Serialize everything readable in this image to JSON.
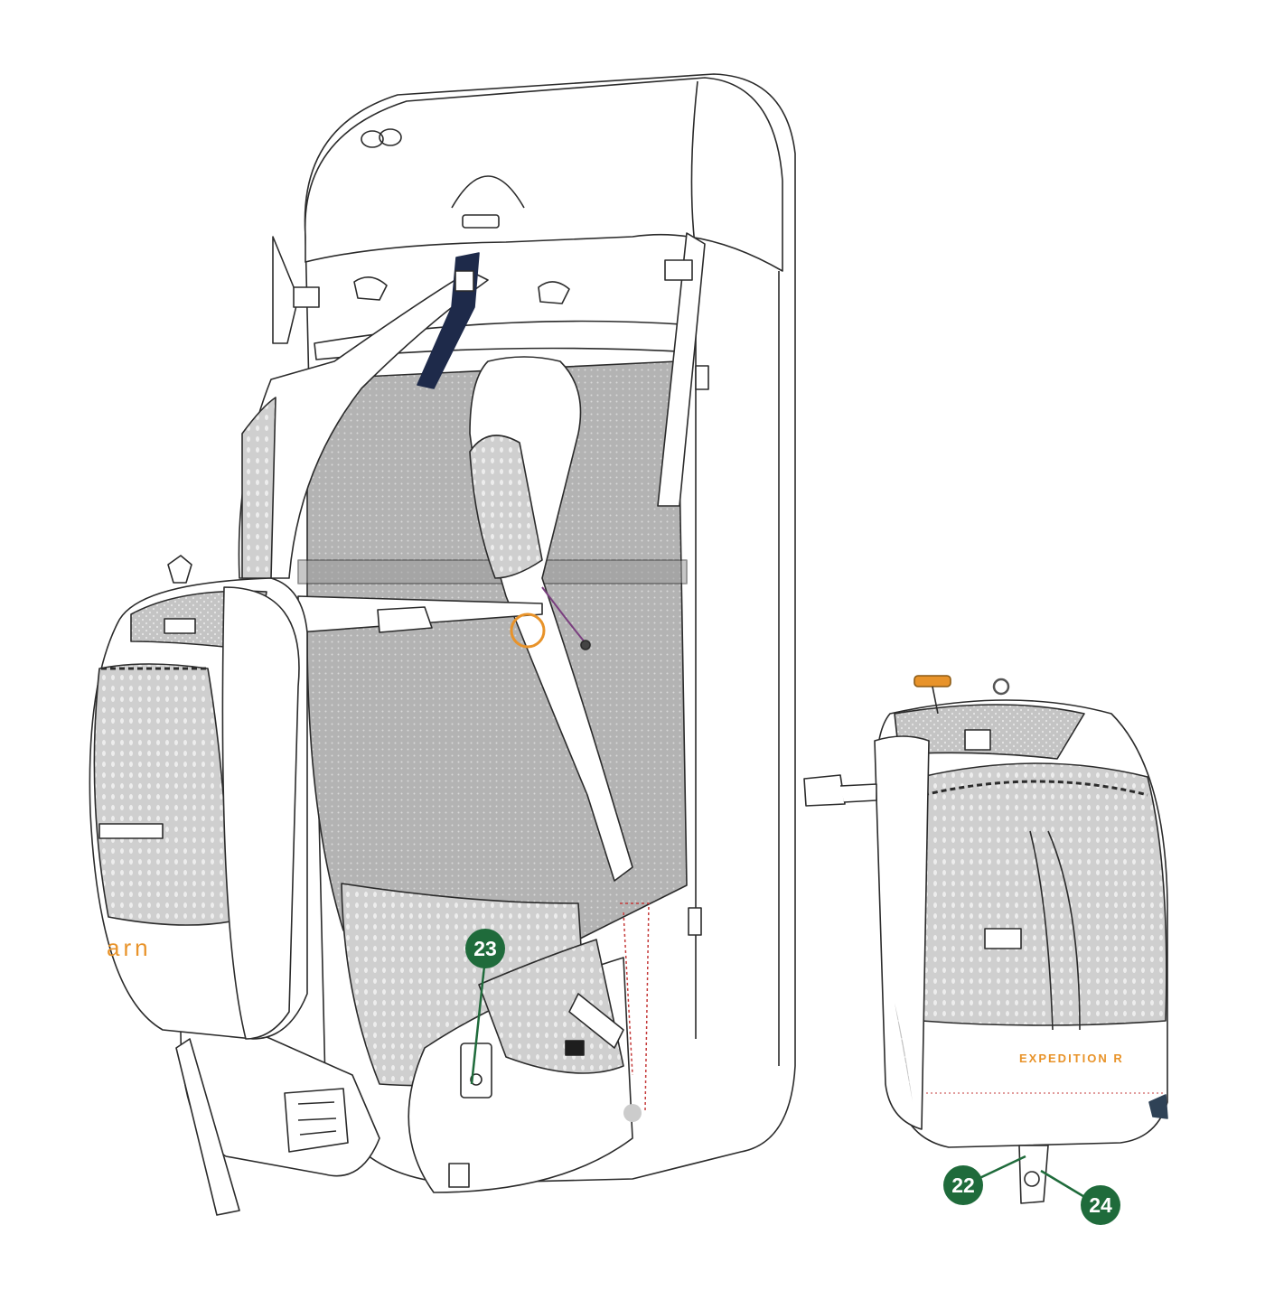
{
  "diagram": {
    "callouts": [
      {
        "id": "23",
        "label": "23"
      },
      {
        "id": "22",
        "label": "22"
      },
      {
        "id": "24",
        "label": "24"
      }
    ],
    "side_pack_logo": "arn",
    "removable_pack_label": "EXPEDITION R"
  },
  "colors": {
    "callout_green": "#1f6b3b",
    "line": "#2b2b2b",
    "mesh": "#b9b9b9",
    "mesh_light": "#d6d6d6",
    "accent_orange": "#e8932a",
    "navy_strap": "#1e2a4a",
    "red_cord": "#c53a3a",
    "purple_cord": "#7a3f7f"
  }
}
